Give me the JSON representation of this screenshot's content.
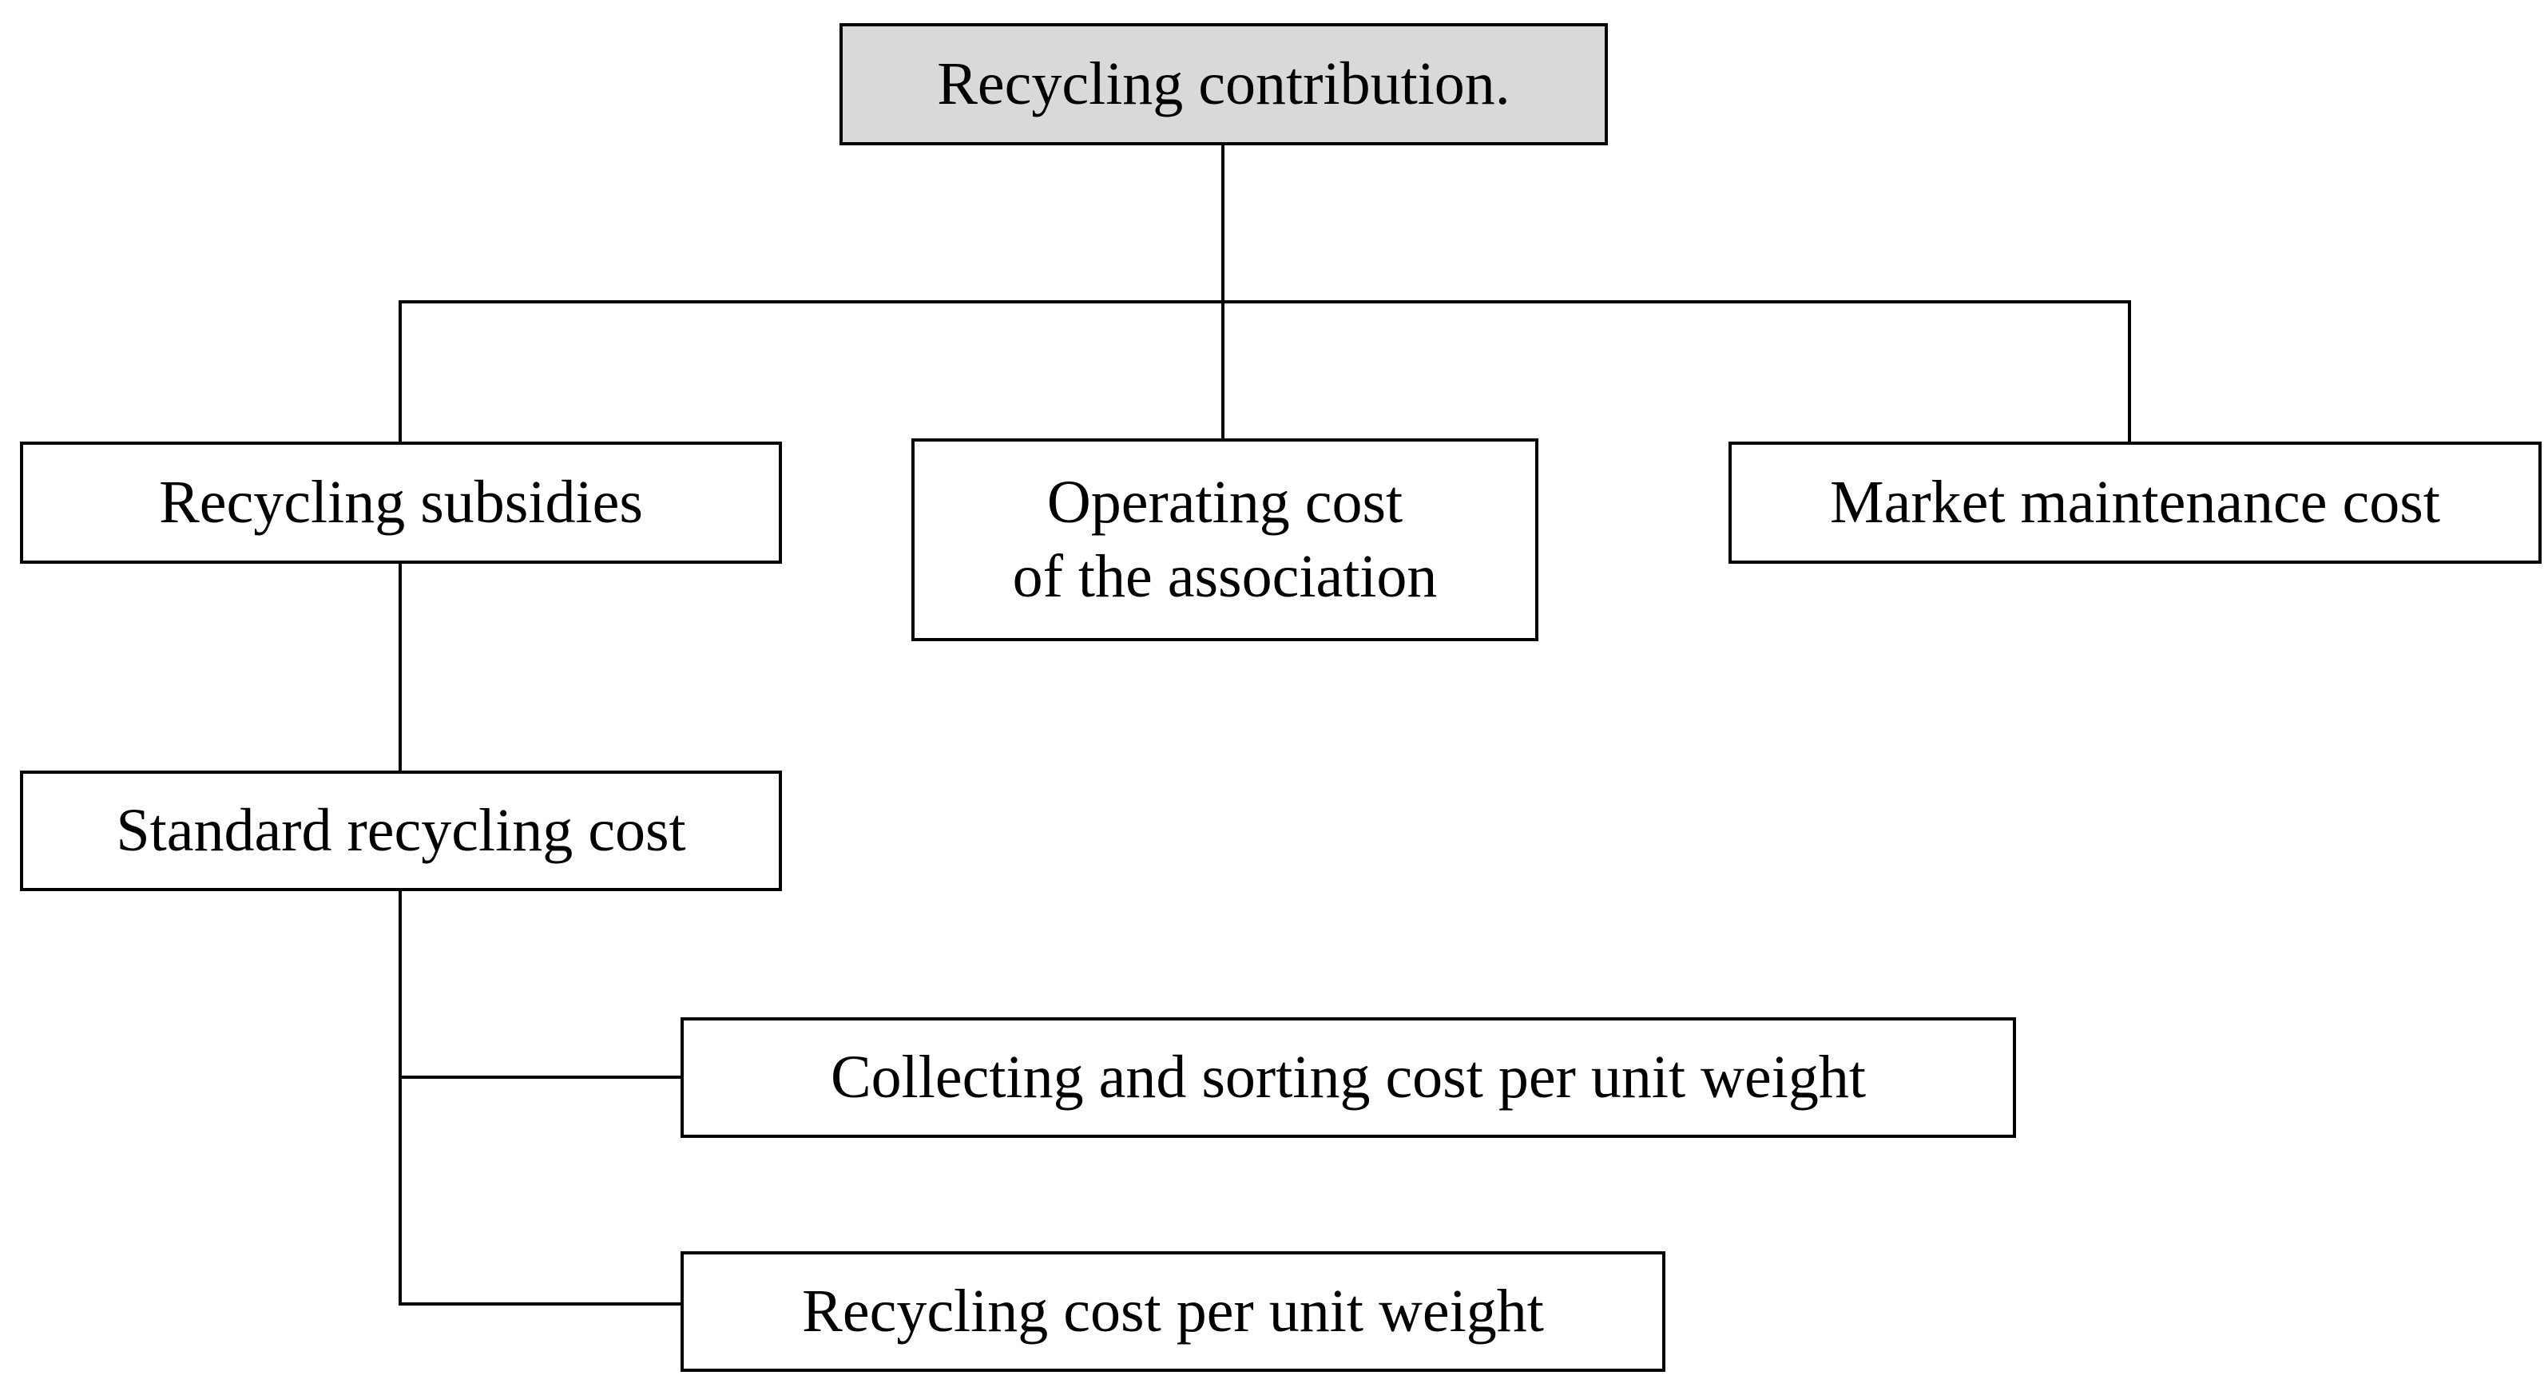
{
  "diagram": {
    "root": {
      "label": "Recycling contribution.",
      "fill_color": "#d9d9d9"
    },
    "level1": [
      {
        "label": "Recycling subsidies"
      },
      {
        "label_lines": [
          "Operating cost",
          "of the association"
        ]
      },
      {
        "label": "Market maintenance cost"
      }
    ],
    "level2": {
      "label": "Standard recycling cost"
    },
    "level3": [
      {
        "label": "Collecting and sorting cost per unit weight"
      },
      {
        "label": "Recycling cost per unit weight"
      }
    ],
    "colors": {
      "line": "#000000",
      "box_fill": "#ffffff",
      "background": "#ffffff"
    }
  }
}
